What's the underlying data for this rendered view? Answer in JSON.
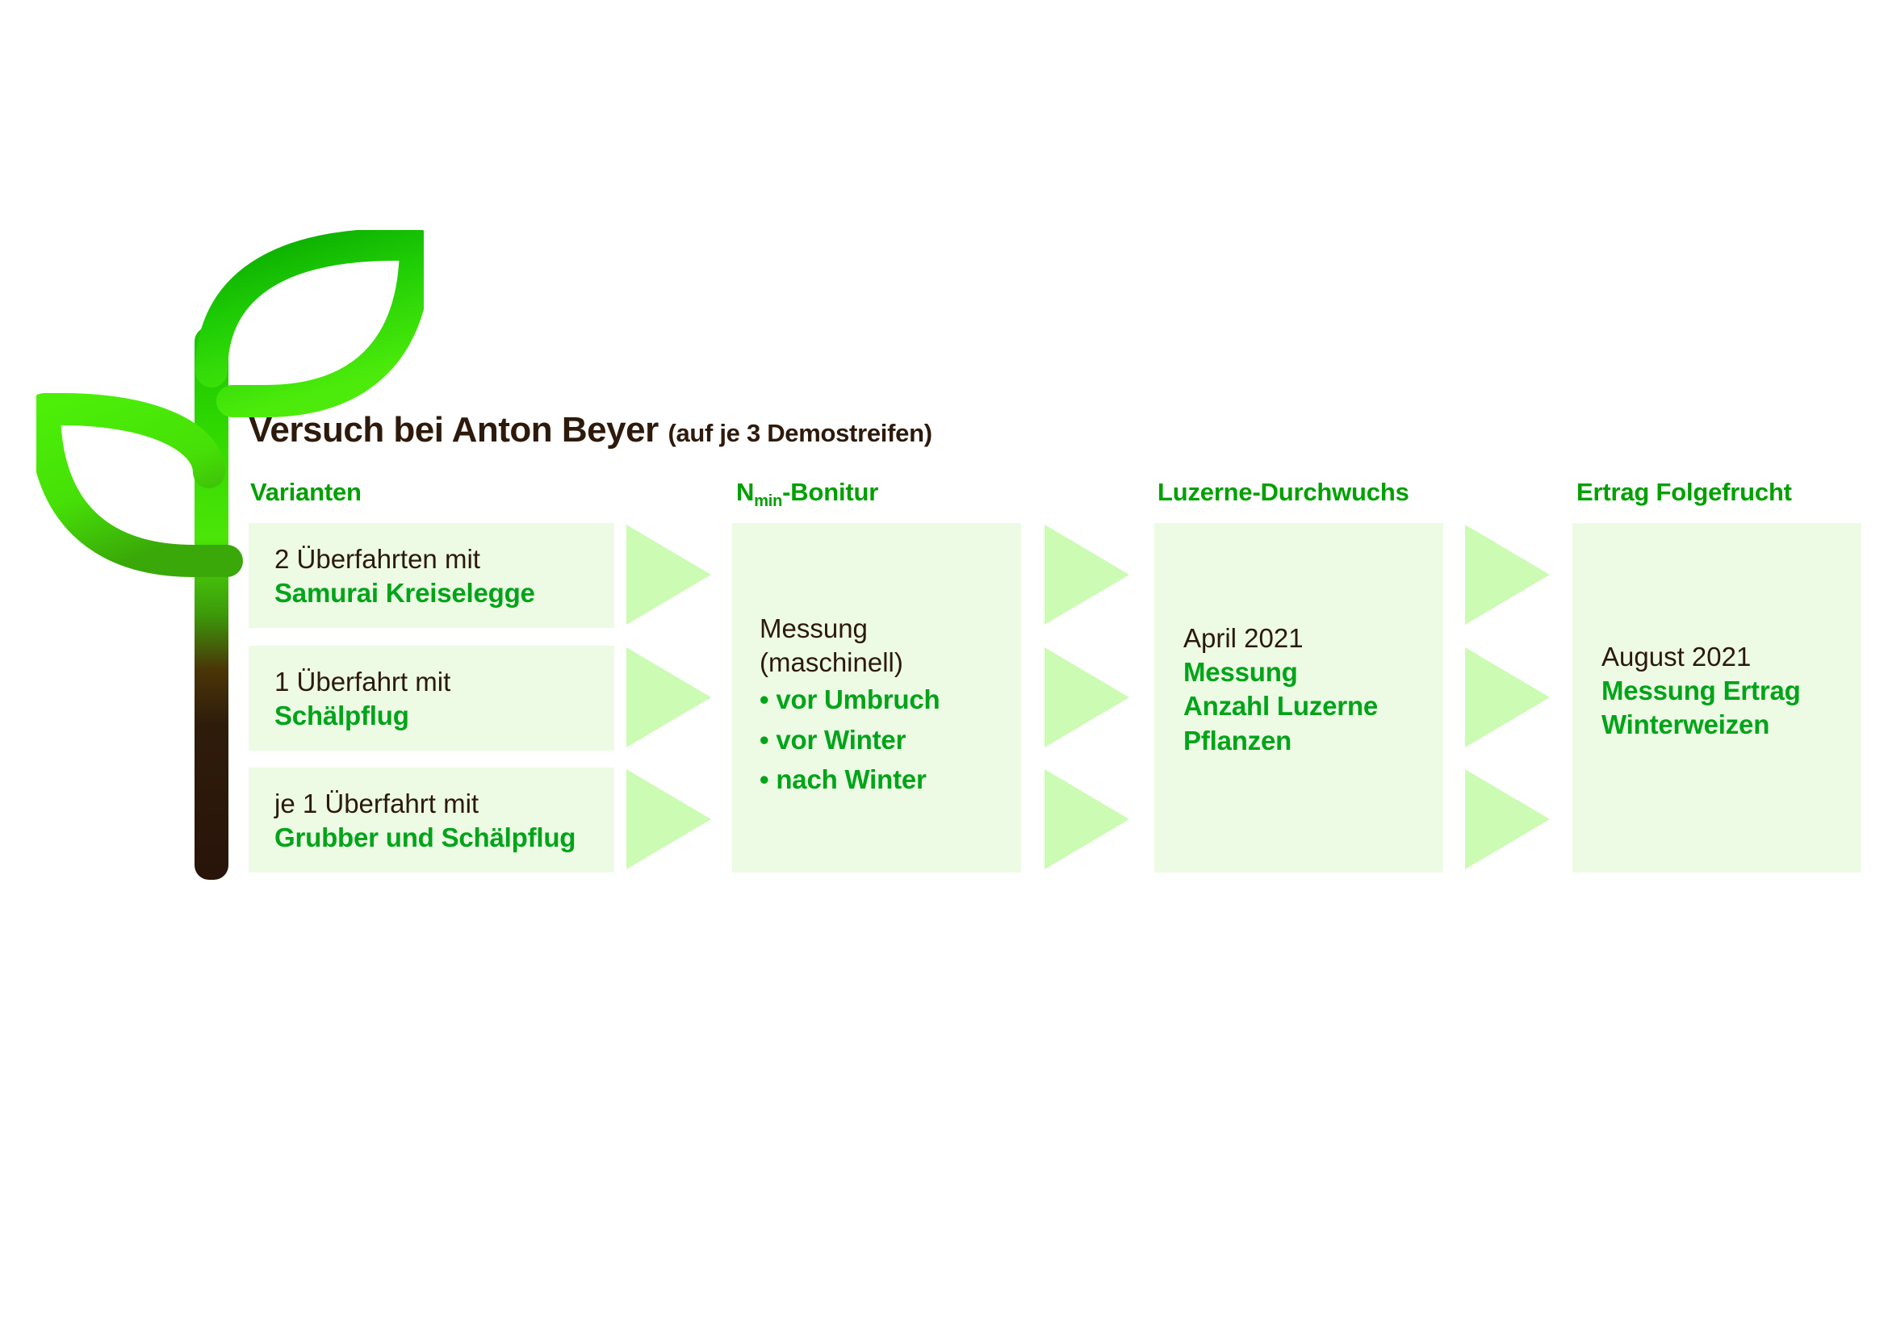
{
  "title": {
    "main": "Versuch bei Anton Beyer",
    "sub": "(auf je 3 Demostreifen)"
  },
  "logo": {
    "name": "sprout-plant-logo",
    "stem_color_top": "#3FE000",
    "stem_color_bottom": "#2B1A0C",
    "leaf_color_upper": "#17C40C",
    "leaf_color_lower": "#44E309"
  },
  "colors": {
    "accent_green": "#00A419",
    "header_green": "#00A000",
    "dark_text": "#2B1A0C",
    "panel_bg": "#EDFBE4",
    "arrow_fill": "#CCFBB3",
    "page_bg": "#FFFFFF"
  },
  "columns": [
    {
      "id": "varianten",
      "header": "Varianten",
      "header_sub": "",
      "boxes": [
        {
          "dark": "2 Überfahrten mit",
          "green": "Samurai Kreiselegge"
        },
        {
          "dark": "1 Überfahrt mit",
          "green": "Schälpflug"
        },
        {
          "dark": "je 1 Überfahrt mit",
          "green": "Grubber und Schälpflug"
        }
      ]
    },
    {
      "id": "nmin-bonitur",
      "header": "N",
      "header_sub": "min",
      "header_tail": "-Bonitur",
      "box": {
        "dark_lines": [
          "Messung",
          "(maschinell)"
        ],
        "bullets": [
          "vor Umbruch",
          "vor Winter",
          "nach Winter"
        ]
      }
    },
    {
      "id": "luzerne-durchwuchs",
      "header": "Luzerne-Durchwuchs",
      "box": {
        "dark_lines": [
          "April 2021"
        ],
        "green_lines": [
          "Messung",
          "Anzahl Luzerne",
          "Pflanzen"
        ]
      }
    },
    {
      "id": "ertrag-folgefrucht",
      "header": "Ertrag Folgefrucht",
      "box": {
        "dark_lines": [
          "August 2021"
        ],
        "green_lines": [
          "Messung Ertrag",
          "Winterweizen"
        ]
      }
    }
  ],
  "arrows": {
    "glyph": "triangle-right",
    "count_per_group": 3,
    "groups": 3
  }
}
